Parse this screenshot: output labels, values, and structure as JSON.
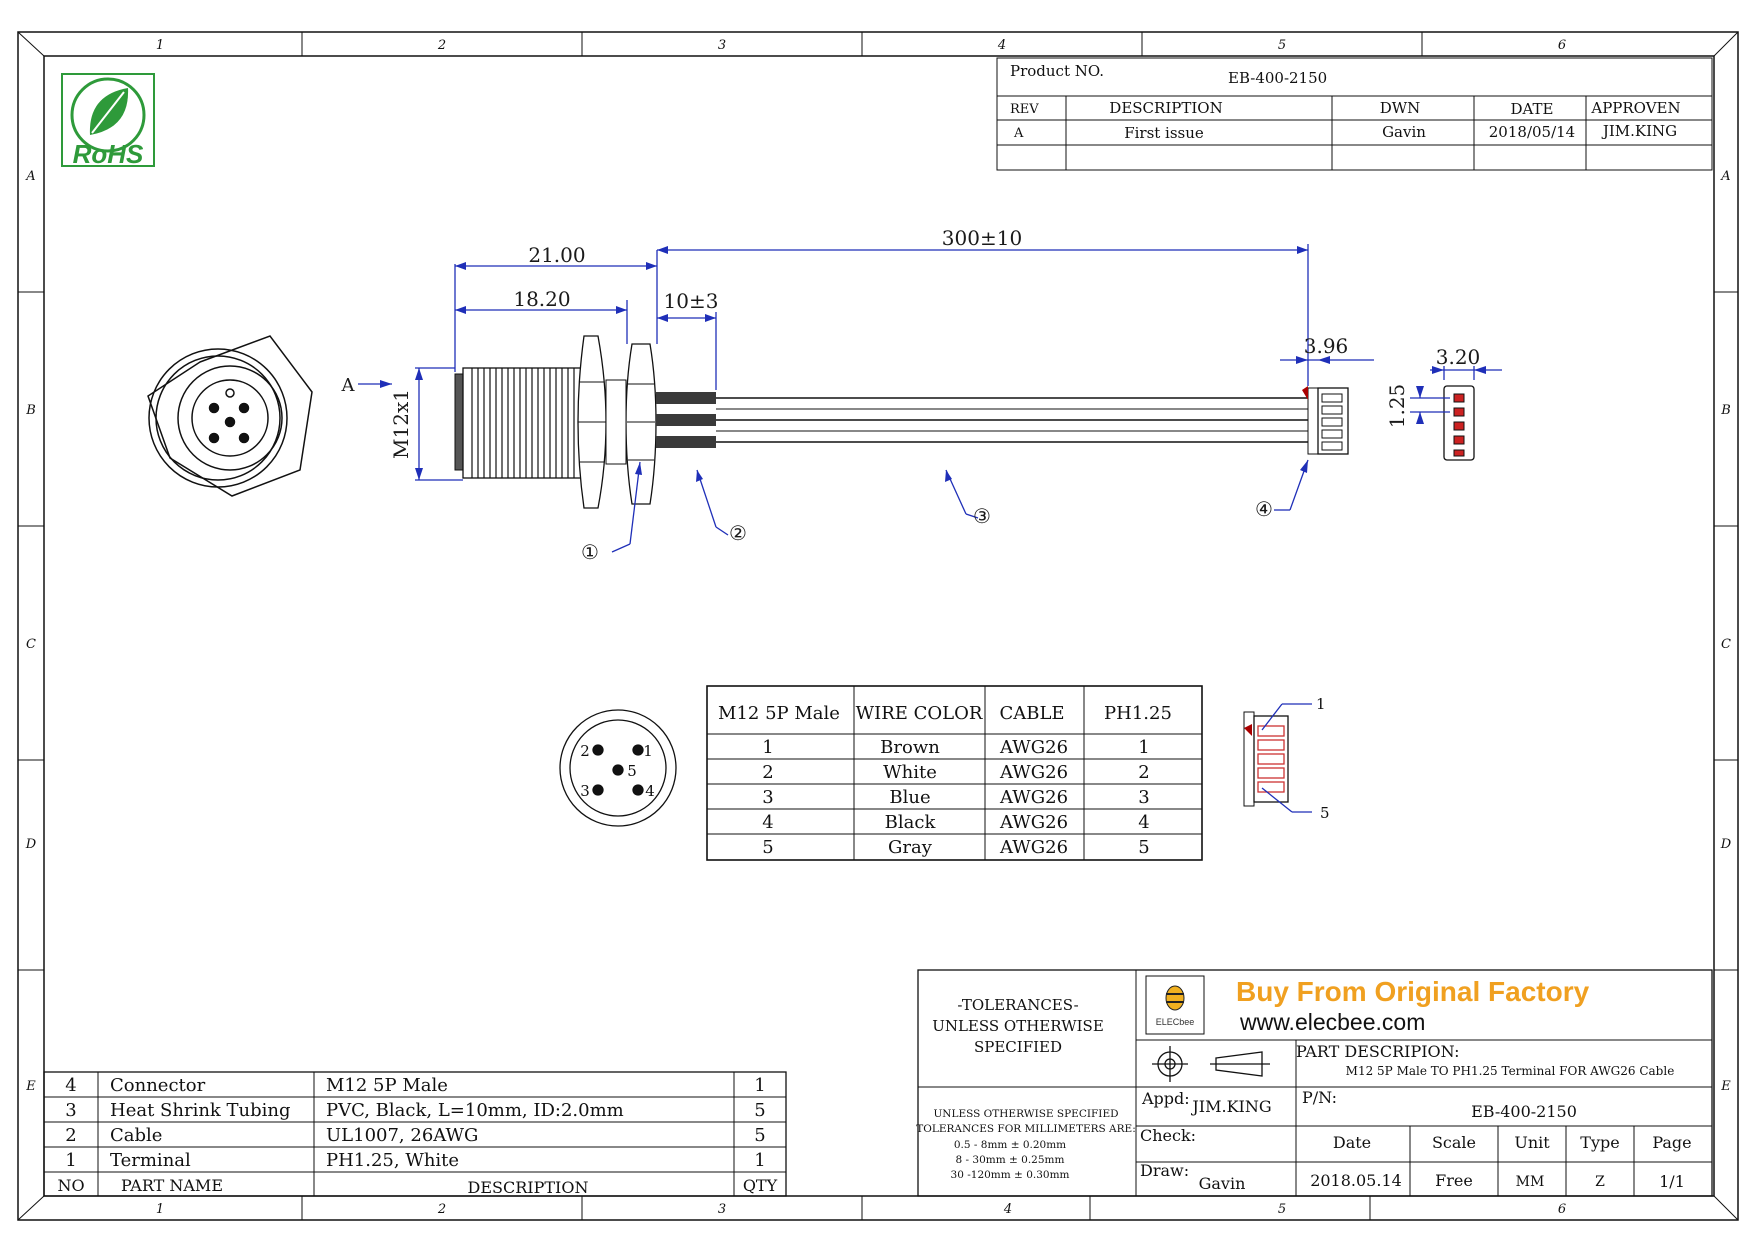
{
  "frame": {
    "zones_top": [
      "1",
      "2",
      "3",
      "4",
      "5",
      "6"
    ],
    "zones_side": [
      "A",
      "B",
      "C",
      "D",
      "E"
    ]
  },
  "logo": {
    "text": "RoHS",
    "icon": "leaf-icon"
  },
  "title_block": {
    "product_no_label": "Product NO.",
    "product_no": "EB-400-2150",
    "headers": [
      "REV",
      "DESCRIPTION",
      "DWN",
      "DATE",
      "APPROVEN"
    ],
    "row": [
      "A",
      "First issue",
      "Gavin",
      "2018/05/14",
      "JIM.KING"
    ]
  },
  "dimensions": {
    "d1": "21.00",
    "d2": "18.20",
    "d3": "300±10",
    "d4": "10±3",
    "d5": "3.96",
    "d6": "3.20",
    "d7": "1.25",
    "thread": "M12x1",
    "view_a": "A"
  },
  "callouts": [
    "①",
    "②",
    "③",
    "④"
  ],
  "pin_table": {
    "headers": [
      "M12 5P Male",
      "WIRE COLOR",
      "CABLE",
      "PH1.25"
    ],
    "rows": [
      [
        "1",
        "Brown",
        "AWG26",
        "1"
      ],
      [
        "2",
        "White",
        "AWG26",
        "2"
      ],
      [
        "3",
        "Blue",
        "AWG26",
        "3"
      ],
      [
        "4",
        "Black",
        "AWG26",
        "4"
      ],
      [
        "5",
        "Gray",
        "AWG26",
        "5"
      ]
    ]
  },
  "face_pins": [
    "1",
    "2",
    "3",
    "4",
    "5"
  ],
  "terminal_pins": [
    "1",
    "5"
  ],
  "bom": {
    "rows": [
      [
        "4",
        "Connector",
        "M12 5P Male",
        "1"
      ],
      [
        "3",
        "Heat Shrink Tubing",
        "PVC, Black, L=10mm, ID:2.0mm",
        "5"
      ],
      [
        "2",
        "Cable",
        "UL1007, 26AWG",
        "5"
      ],
      [
        "1",
        "Terminal",
        "PH1.25, White",
        "1"
      ]
    ],
    "header": [
      "NO",
      "PART NAME",
      "DESCRIPTION",
      "QTY"
    ]
  },
  "bottom_block": {
    "tolerances_title": [
      "-TOLERANCES-",
      "UNLESS OTHERWISE",
      "SPECIFIED"
    ],
    "tolerance_notes": [
      "UNLESS OTHERWISE SPECIFIED",
      "TOLERANCES FOR MILLIMETERS ARE:",
      "0.5 - 8mm ± 0.20mm",
      "8 - 30mm ± 0.25mm",
      "30 -120mm ± 0.30mm"
    ],
    "brand_logo_text": "ELECbee",
    "slogan": "Buy From Original Factory",
    "website": "www.elecbee.com",
    "part_desc_label": "PART DESCRIPION:",
    "part_desc": "M12 5P Male TO PH1.25 Terminal FOR AWG26 Cable",
    "appd_label": "Appd:",
    "appd": "JIM.KING",
    "pn_label": "P/N:",
    "pn": "EB-400-2150",
    "check_label": "Check:",
    "draw_label": "Draw:",
    "draw": "Gavin",
    "cols": [
      "Date",
      "Scale",
      "Unit",
      "Type",
      "Page"
    ],
    "vals": [
      "2018.05.14",
      "Free",
      "MM",
      "Z",
      "1/1"
    ]
  },
  "colors": {
    "dimension": "#1f2fb8",
    "brand": "#f0a020",
    "logo_green": "#2e9a3a"
  }
}
